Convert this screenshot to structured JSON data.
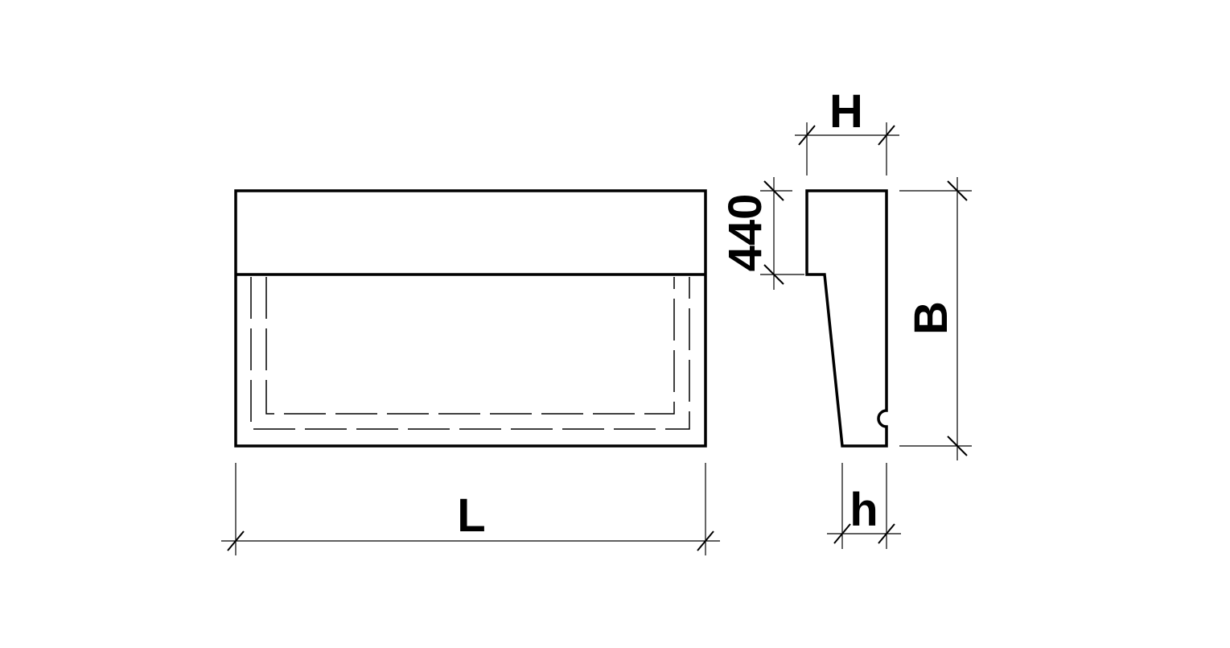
{
  "drawing": {
    "colors": {
      "line": "#000000",
      "background": "#ffffff"
    },
    "labels": {
      "length": "L",
      "top_height": "H",
      "bottom_height": "h",
      "width": "B",
      "top_depth": "440"
    }
  }
}
